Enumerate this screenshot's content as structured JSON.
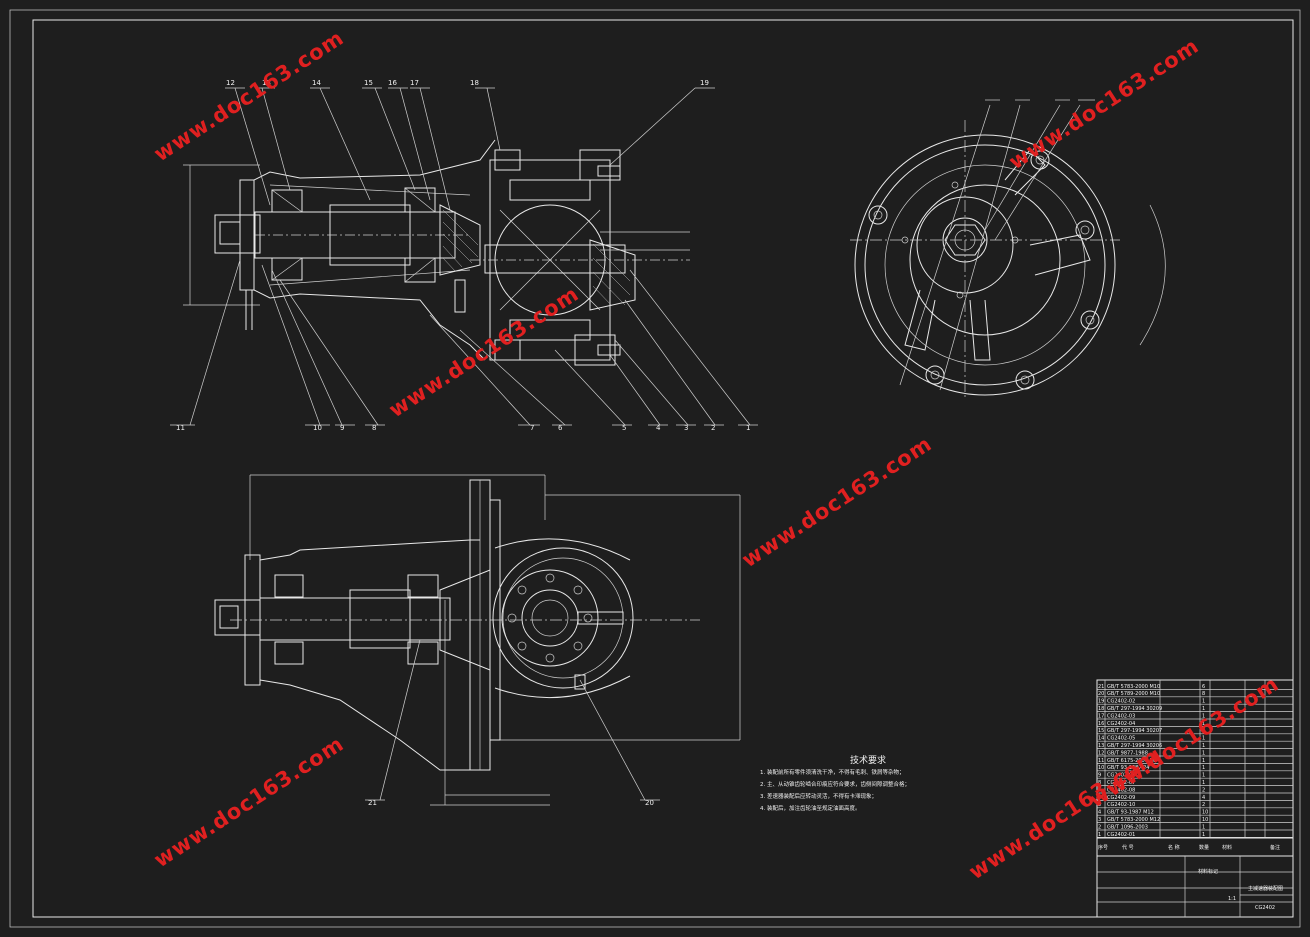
{
  "colors": {
    "background": "#1e1e1e",
    "lines": "#e8e8e8",
    "watermark": "#e02020"
  },
  "part_labels": {
    "top": [
      "12",
      "13",
      "14",
      "15",
      "16",
      "17",
      "18",
      "19"
    ],
    "bottom": [
      "11",
      "10",
      "9",
      "8",
      "7",
      "6",
      "5",
      "4",
      "3",
      "2",
      "1"
    ],
    "side": [
      "21",
      "20"
    ]
  },
  "watermarks": [
    "www.doc163.com",
    "www.doc163.com",
    "www.doc163.com",
    "www.doc163.com",
    "www.doc163.com",
    "www.doc163.com",
    "www.doc163.com"
  ],
  "tech_title": "技术要求",
  "tech_notes": [
    "1. 装配前所有零件须清洗干净，不得有毛刺、铁屑等杂物；",
    "2. 主、从动锥齿轮啮合印痕应符合要求，齿侧间隙调整合格；",
    "3. 差速器装配后应转动灵活，不得有卡滞现象；",
    "4. 装配后，加注齿轮油至规定油面高度。"
  ],
  "bom_rows": [
    {
      "no": "21",
      "code": "GB/T 5783-2000 M10",
      "qty": "6"
    },
    {
      "no": "20",
      "code": "GB/T 5789-2000 M10",
      "qty": "8"
    },
    {
      "no": "19",
      "code": "CG2402-02",
      "qty": "1"
    },
    {
      "no": "18",
      "code": "GB/T 297-1994 30209",
      "qty": "1"
    },
    {
      "no": "17",
      "code": "CG2402-03",
      "qty": "1"
    },
    {
      "no": "16",
      "code": "CG2402-04",
      "qty": "1"
    },
    {
      "no": "15",
      "code": "GB/T 297-1994 30207",
      "qty": "1"
    },
    {
      "no": "14",
      "code": "CG2402-05",
      "qty": "1"
    },
    {
      "no": "13",
      "code": "GB/T 297-1994 30206",
      "qty": "1"
    },
    {
      "no": "12",
      "code": "GB/T 9877-1988",
      "qty": "1"
    },
    {
      "no": "11",
      "code": "GB/T 6175-2000 M24",
      "qty": "1"
    },
    {
      "no": "10",
      "code": "GB/T 93-1987 24",
      "qty": "1"
    },
    {
      "no": "9",
      "code": "CG2402-06",
      "qty": "1"
    },
    {
      "no": "8",
      "code": "CG2402-07",
      "qty": "1"
    },
    {
      "no": "7",
      "code": "CG2402-08",
      "qty": "2"
    },
    {
      "no": "6",
      "code": "CG2402-09",
      "qty": "4"
    },
    {
      "no": "5",
      "code": "CG2402-10",
      "qty": "2"
    },
    {
      "no": "4",
      "code": "GB/T 93-1987 M12",
      "qty": "10"
    },
    {
      "no": "3",
      "code": "GB/T 5783-2000 M12",
      "qty": "10"
    },
    {
      "no": "2",
      "code": "GB/T 1096-2003",
      "qty": "1"
    },
    {
      "no": "1",
      "code": "CG2402-01",
      "qty": "1"
    }
  ],
  "title_block": {
    "hdr_no": "序号",
    "hdr_code": "代 号",
    "hdr_name": "名 称",
    "hdr_qty": "数量",
    "hdr_mat": "材料",
    "hdr_note": "备注",
    "school": "材料标记",
    "drawing_name": "主减速器装配图",
    "drawing_code": "CG2402",
    "scale": "1:1"
  }
}
